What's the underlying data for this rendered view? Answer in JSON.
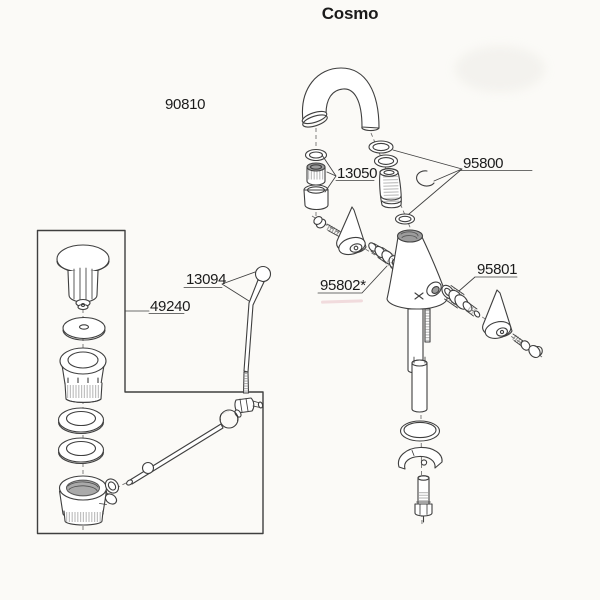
{
  "page": {
    "title": "Cosmo"
  },
  "parts": {
    "model": "90810",
    "aerator": "13050",
    "spout_seal_kit": "95800",
    "lift_rod": "13094",
    "drain_assembly": "49240",
    "cartridge": "95802*",
    "side_valve": "95801"
  },
  "colors": {
    "line": "#3f3f3f",
    "text": "#1b1b1b",
    "background": "#fbfaf7"
  }
}
